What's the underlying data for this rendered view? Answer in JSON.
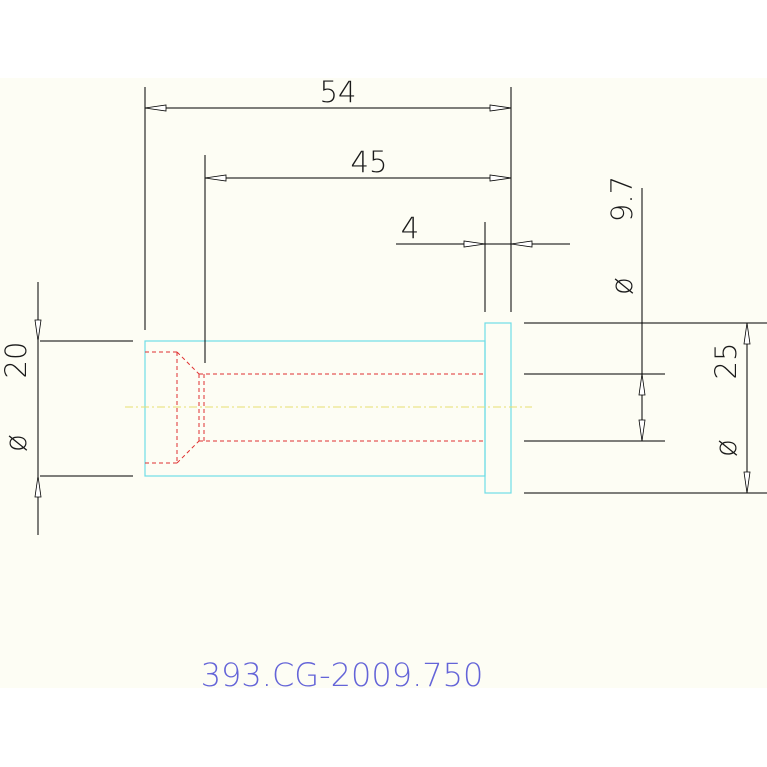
{
  "drawing": {
    "background": "#fdfdf4",
    "colors": {
      "dimension": "#000000",
      "part_outline": "#6fdde6",
      "hidden_lines": "#e03030",
      "centerline": "#e8e070",
      "part_number": "#6464d8"
    },
    "dimensions": {
      "overall_length": "54",
      "bore_depth": "45",
      "flange_thickness": "4",
      "shaft_diameter_symbol": "ø",
      "shaft_diameter": "20",
      "bore_diameter_symbol": "ø",
      "bore_diameter": "9.7",
      "flange_diameter_symbol": "ø",
      "flange_diameter": "25"
    },
    "part_number": "393.CG-2009.750"
  }
}
